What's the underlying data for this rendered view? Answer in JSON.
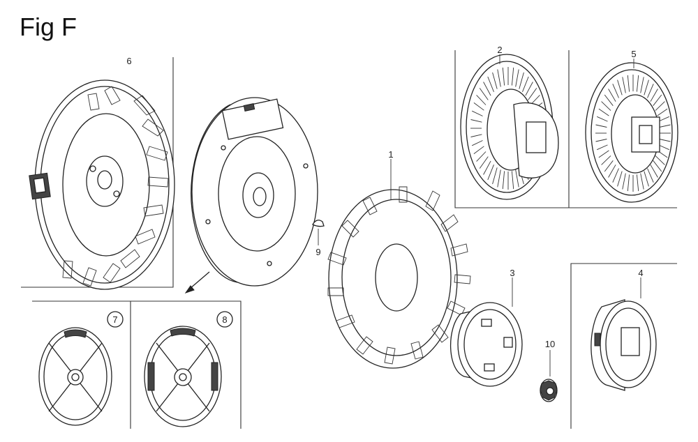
{
  "figure": {
    "title": "Fig F"
  },
  "callouts": {
    "p1": "1",
    "p2": "2",
    "p3": "3",
    "p4": "4",
    "p5": "5",
    "p6": "6",
    "p7": "7",
    "p8": "8",
    "p9": "9",
    "p10": "10"
  }
}
